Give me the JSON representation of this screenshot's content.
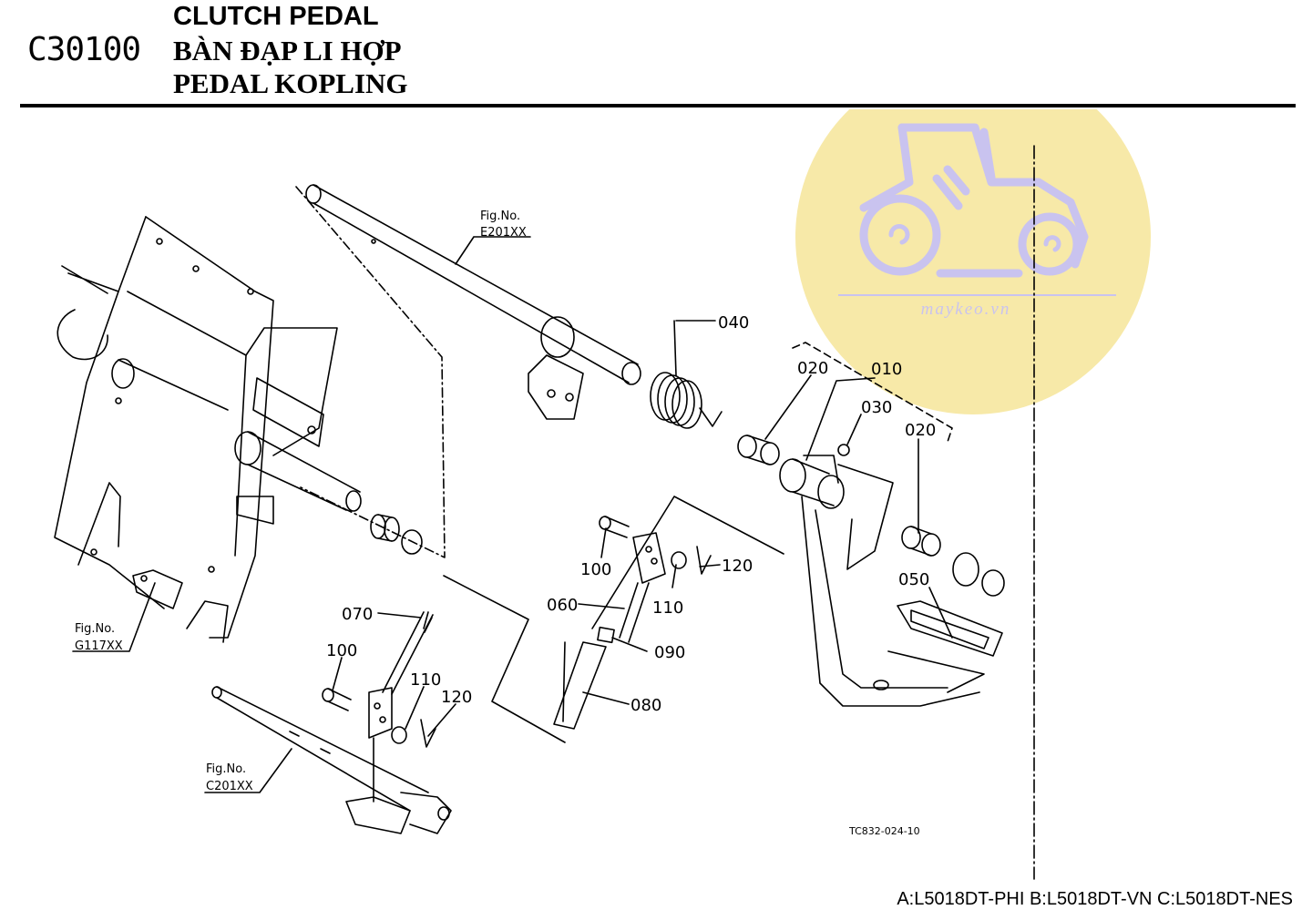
{
  "header": {
    "code": "C30100",
    "title_en": "CLUTCH PEDAL",
    "title_vi": "BÀN ĐẠP LI HỢP",
    "title_id": "PEDAL KOPLING"
  },
  "watermark": {
    "text": "maykeo.vn",
    "icon": "tractor-logo-icon",
    "color": "#f7e9a8",
    "logo_color": "#c9c3ef"
  },
  "parts": {
    "p010": "010",
    "p020a": "020",
    "p020b": "020",
    "p030": "030",
    "p040": "040",
    "p050": "050",
    "p060": "060",
    "p070": "070",
    "p080": "080",
    "p090": "090",
    "p100a": "100",
    "p100b": "100",
    "p110a": "110",
    "p110b": "110",
    "p120a": "120",
    "p120b": "120"
  },
  "figrefs": {
    "e201_label": "Fig.No.",
    "e201_code": "E201XX",
    "g117_label": "Fig.No.",
    "g117_code": "G117XX",
    "c201_label": "Fig.No.",
    "c201_code": "C201XX"
  },
  "drawing_code": "TC832-024-10",
  "footer": "A:L5018DT-PHI B:L5018DT-VN C:L5018DT-NES"
}
